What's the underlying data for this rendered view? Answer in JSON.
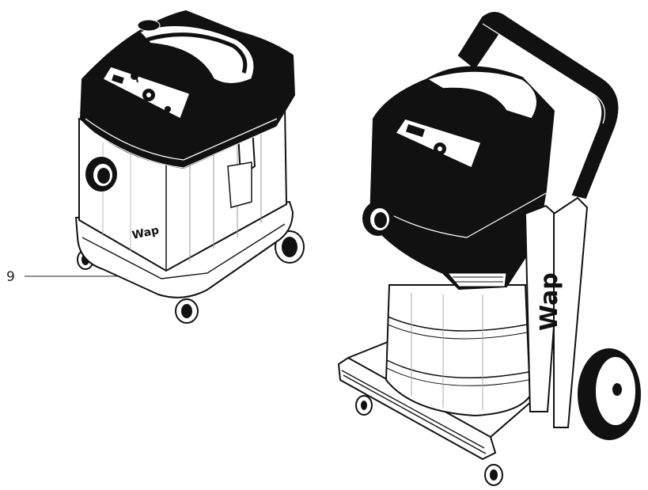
{
  "callouts": [
    {
      "number": "9",
      "target": "base-bumper"
    }
  ],
  "products": [
    {
      "id": "compact-wet-dry-vacuum",
      "brand_text": "Wap"
    },
    {
      "id": "cart-wet-dry-vacuum",
      "brand_text": "Wap"
    }
  ],
  "colors": {
    "ink": "#111111",
    "paper": "#ffffff",
    "grey": "#9a9a9a"
  }
}
